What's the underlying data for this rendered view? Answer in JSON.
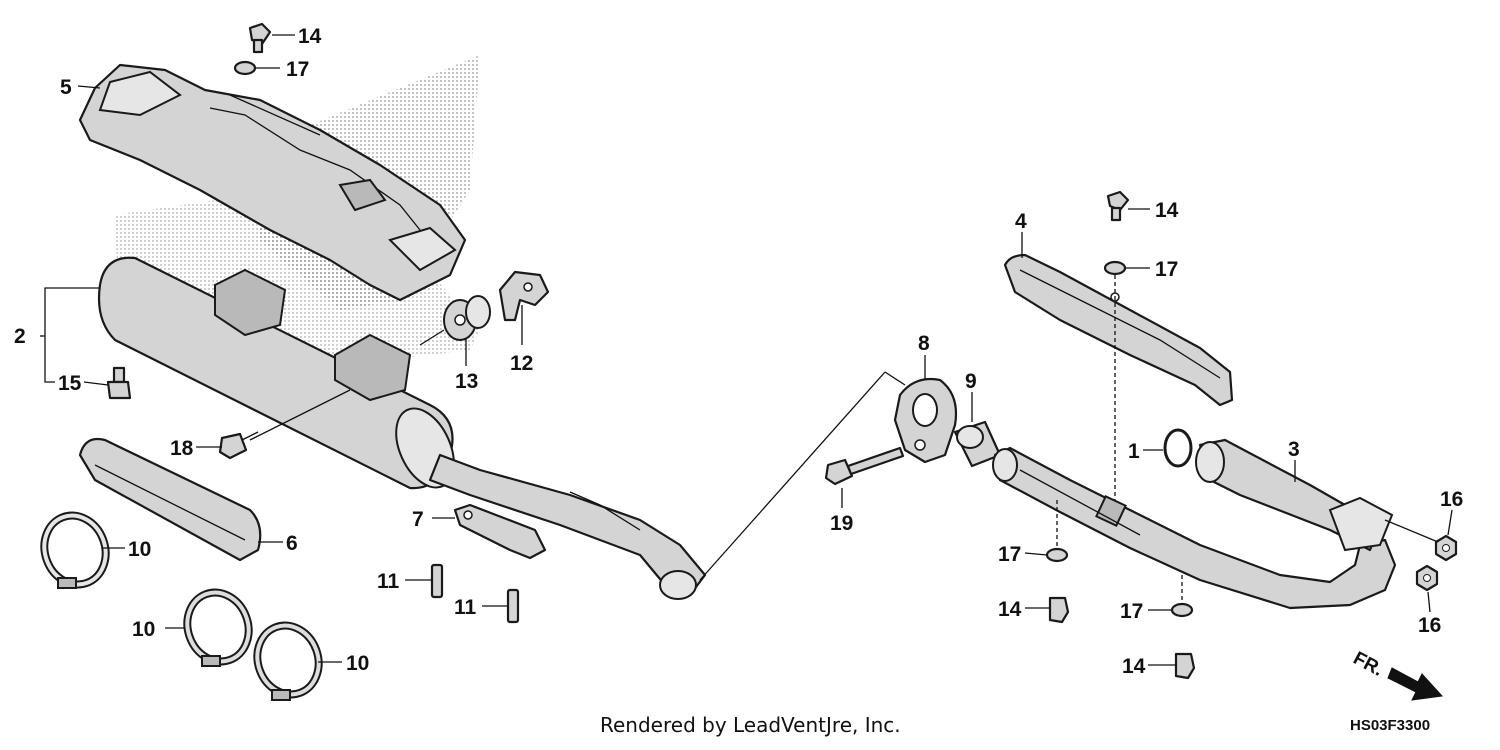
{
  "callouts": {
    "c1": "1",
    "c2": "2",
    "c3": "3",
    "c4": "4",
    "c5": "5",
    "c6": "6",
    "c7": "7",
    "c8": "8",
    "c9": "9",
    "c10a": "10",
    "c10b": "10",
    "c10c": "10",
    "c11a": "11",
    "c11b": "11",
    "c12": "12",
    "c13": "13",
    "c14a": "14",
    "c14b": "14",
    "c14c": "14",
    "c14d": "14",
    "c15": "15",
    "c16a": "16",
    "c16b": "16",
    "c17a": "17",
    "c17b": "17",
    "c17c": "17",
    "c17d": "17",
    "c18": "18",
    "c19": "19"
  },
  "direction_label": "FR.",
  "footer": {
    "credit": "Rendered by LeadVentJre, Inc.",
    "diagram_code": "HS03F3300"
  }
}
